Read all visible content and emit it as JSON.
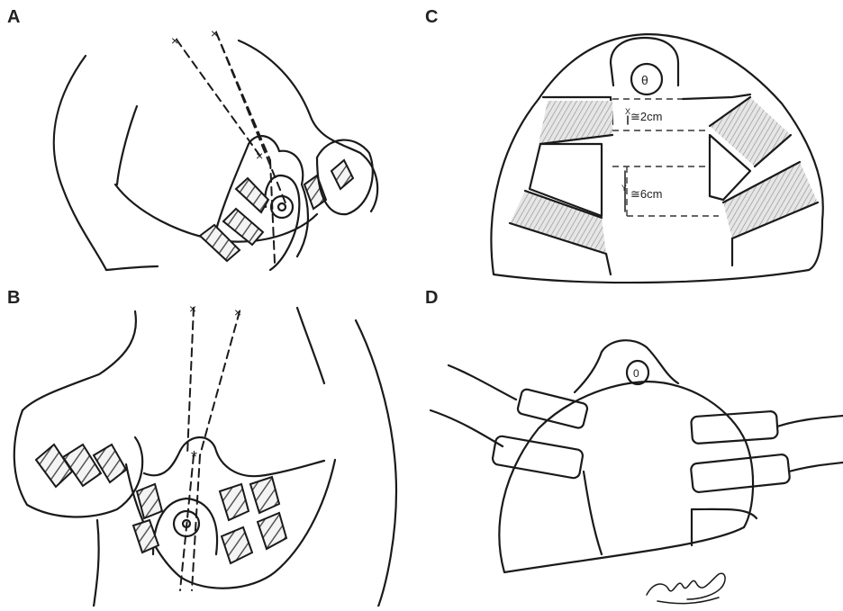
{
  "panels": [
    {
      "id": "A",
      "label": "A"
    },
    {
      "id": "B",
      "label": "B"
    },
    {
      "id": "C",
      "label": "C"
    },
    {
      "id": "D",
      "label": "D"
    }
  ],
  "annotations": {
    "upper_measure": "≅2cm",
    "upper_marker": "X",
    "lower_measure": "≅6cm",
    "lower_marker": "Y"
  },
  "signature": "signature"
}
